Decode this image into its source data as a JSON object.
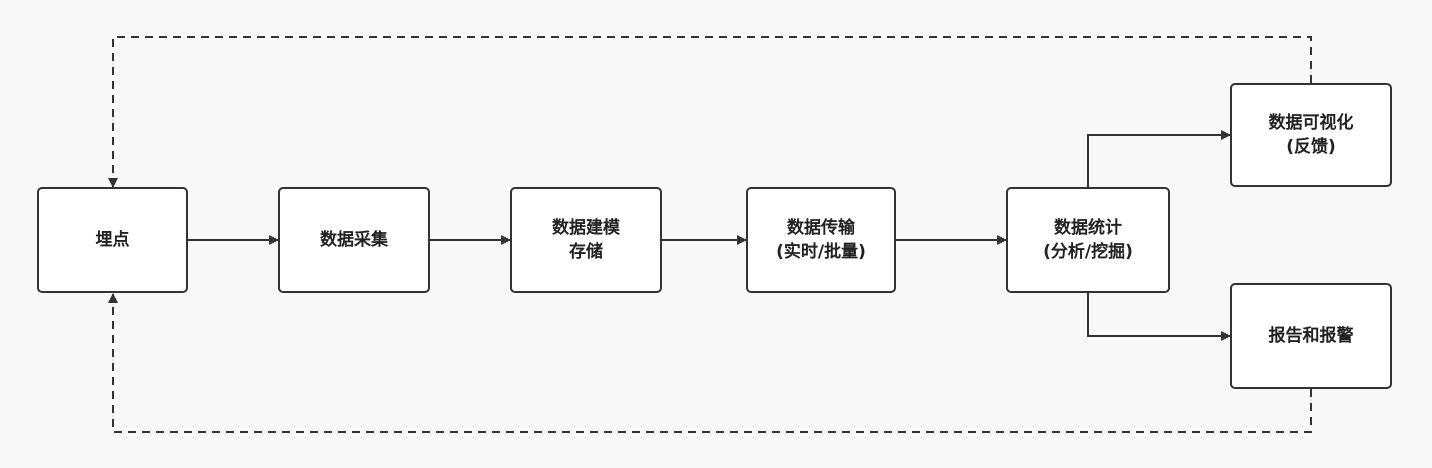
{
  "diagram": {
    "colors": {
      "background": "#f8f8f8",
      "node_fill": "#ffffff",
      "node_border": "#333333",
      "text": "#222222"
    },
    "nodes": {
      "tracking": {
        "line1": "埋点"
      },
      "collection": {
        "line1": "数据采集"
      },
      "modeling": {
        "line1": "数据建模",
        "line2": "存储"
      },
      "transfer": {
        "line1": "数据传输",
        "line2": "(实时/批量)"
      },
      "statistics": {
        "line1": "数据统计",
        "line2": "(分析/挖掘)"
      },
      "visualization": {
        "line1": "数据可视化",
        "line2": "(反馈)"
      },
      "report": {
        "line1": "报告和报警"
      }
    },
    "edges": [
      {
        "from": "tracking",
        "to": "collection",
        "style": "solid"
      },
      {
        "from": "collection",
        "to": "modeling",
        "style": "solid"
      },
      {
        "from": "modeling",
        "to": "transfer",
        "style": "solid"
      },
      {
        "from": "transfer",
        "to": "statistics",
        "style": "solid"
      },
      {
        "from": "statistics",
        "to": "visualization",
        "style": "solid"
      },
      {
        "from": "statistics",
        "to": "report",
        "style": "solid"
      },
      {
        "from": "visualization",
        "to": "tracking",
        "style": "dashed"
      },
      {
        "from": "report",
        "to": "tracking",
        "style": "dashed"
      }
    ]
  }
}
